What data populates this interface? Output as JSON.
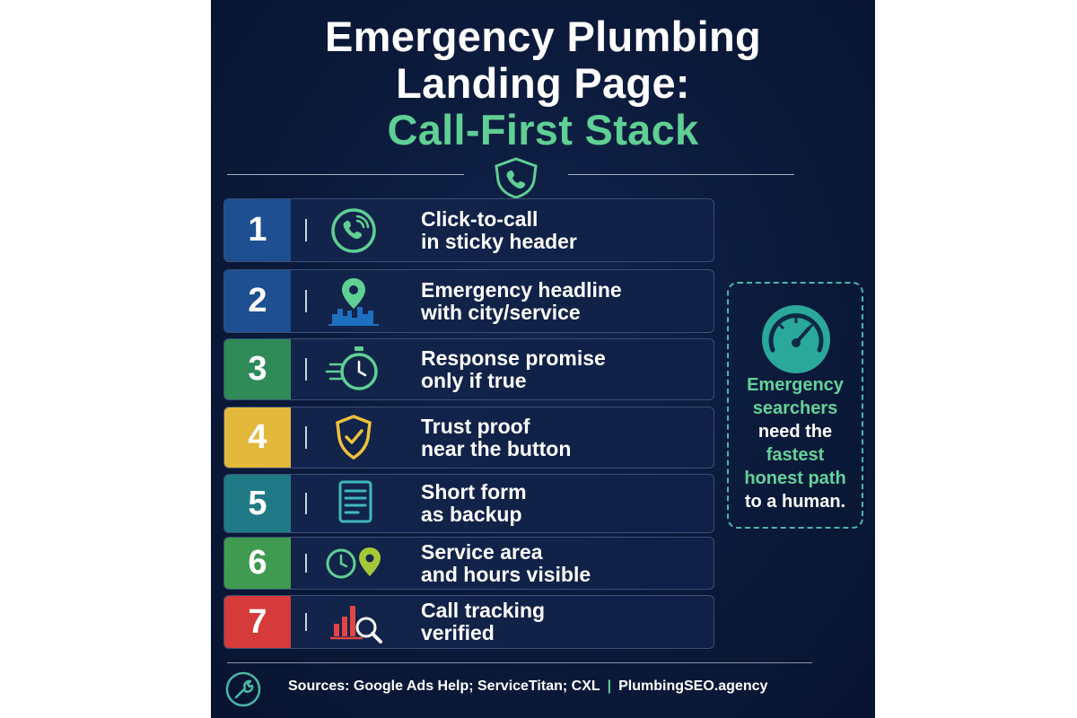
{
  "title": {
    "line1": "Emergency Plumbing",
    "line2": "Landing Page:",
    "line3": "Call-First Stack"
  },
  "header_icon": "shield-phone-icon",
  "steps": [
    {
      "number": "1",
      "line1": "Click-to-call",
      "line2": "in sticky header",
      "color": "#1d4f91",
      "icon": "phone-call-icon"
    },
    {
      "number": "2",
      "line1": "Emergency headline",
      "line2": "with city/service",
      "color": "#1d4f91",
      "icon": "city-pin-icon"
    },
    {
      "number": "3",
      "line1": "Response promise",
      "line2": "only if true",
      "color": "#2e8b57",
      "icon": "stopwatch-icon"
    },
    {
      "number": "4",
      "line1": "Trust proof",
      "line2": "near the button",
      "color": "#e3b93b",
      "icon": "shield-check-icon"
    },
    {
      "number": "5",
      "line1": "Short form",
      "line2": "as backup",
      "color": "#1f7a85",
      "icon": "form-icon"
    },
    {
      "number": "6",
      "line1": "Service area",
      "line2": "and hours visible",
      "color": "#3f9b4f",
      "icon": "clock-pin-icon"
    },
    {
      "number": "7",
      "line1": "Call tracking",
      "line2": "verified",
      "color": "#d63a3a",
      "icon": "chart-magnifier-icon"
    }
  ],
  "callout": {
    "icon": "speedometer-icon",
    "line1": "Emergency",
    "line2": "searchers",
    "line3": "need the",
    "line4": "fastest",
    "line5": "honest path",
    "line6": "to a human."
  },
  "footer": {
    "icon": "wrench-icon",
    "sources": "Sources: Google Ads Help; ServiceTitan; CXL",
    "separator": "|",
    "brand": "PlumbingSEO.agency"
  },
  "colors": {
    "background": "#0b1a3a",
    "accent_green": "#5fcf93",
    "teal": "#49b8a6"
  }
}
